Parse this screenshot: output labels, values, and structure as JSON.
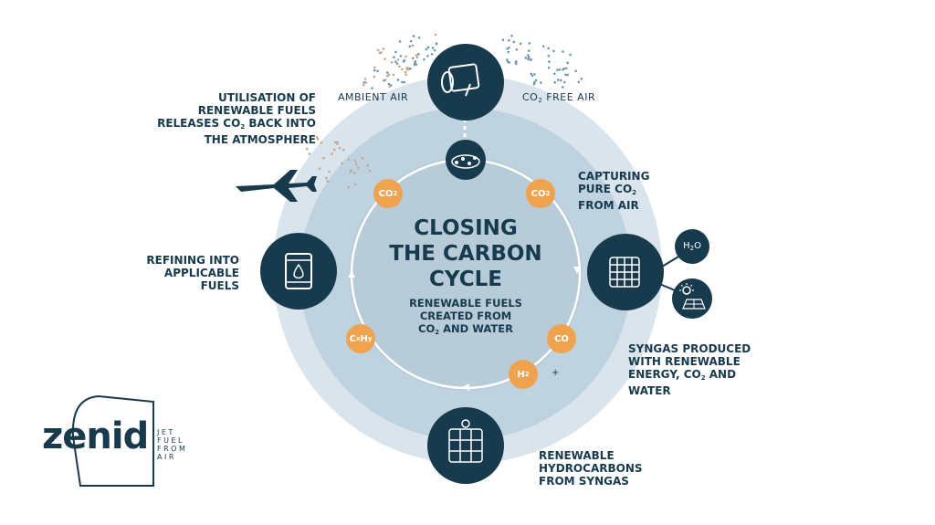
{
  "center": {
    "title_lines": [
      "CLOSING",
      "THE CARBON",
      "CYCLE"
    ],
    "subtitle_lines": [
      "RENEWABLE FUELS",
      "CREATED FROM",
      "CO2 AND WATER"
    ]
  },
  "labels": {
    "utilisation": [
      "UTILISATION OF",
      "RENEWABLE FUELS",
      "RELEASES CO2 BACK INTO",
      "THE ATMOSPHERE"
    ],
    "ambient_air": "AMBIENT AIR",
    "co2_free_air": "CO2 FREE AIR",
    "capturing": [
      "CAPTURING",
      "PURE CO2",
      "FROM AIR"
    ],
    "refining": [
      "REFINING INTO",
      "APPLICABLE",
      "FUELS"
    ],
    "syngas": [
      "SYNGAS PRODUCED",
      "WITH RENEWABLE",
      "ENERGY, CO2 AND",
      "WATER"
    ],
    "hydrocarbons": [
      "RENEWABLE",
      "HYDROCARBONS",
      "FROM SYNGAS"
    ]
  },
  "badges": {
    "co2_left": "CO2",
    "co2_right": "CO2",
    "cxhy": "CxHy",
    "co": "CO",
    "h2": "H2",
    "plus": "+",
    "h2o": "H2O"
  },
  "logo": {
    "name": "zenid",
    "tagline": [
      "JET",
      "FUEL",
      "FROM",
      "AIR"
    ]
  },
  "colors": {
    "navy": "#173a4d",
    "orange": "#f0a34f",
    "outer_ring": "#d9e4ec",
    "mid_ring": "#bfd2df",
    "inner_disc": "#b7cbd9",
    "dot_blue": "#6f98ac",
    "dot_tan": "#c3a890"
  }
}
